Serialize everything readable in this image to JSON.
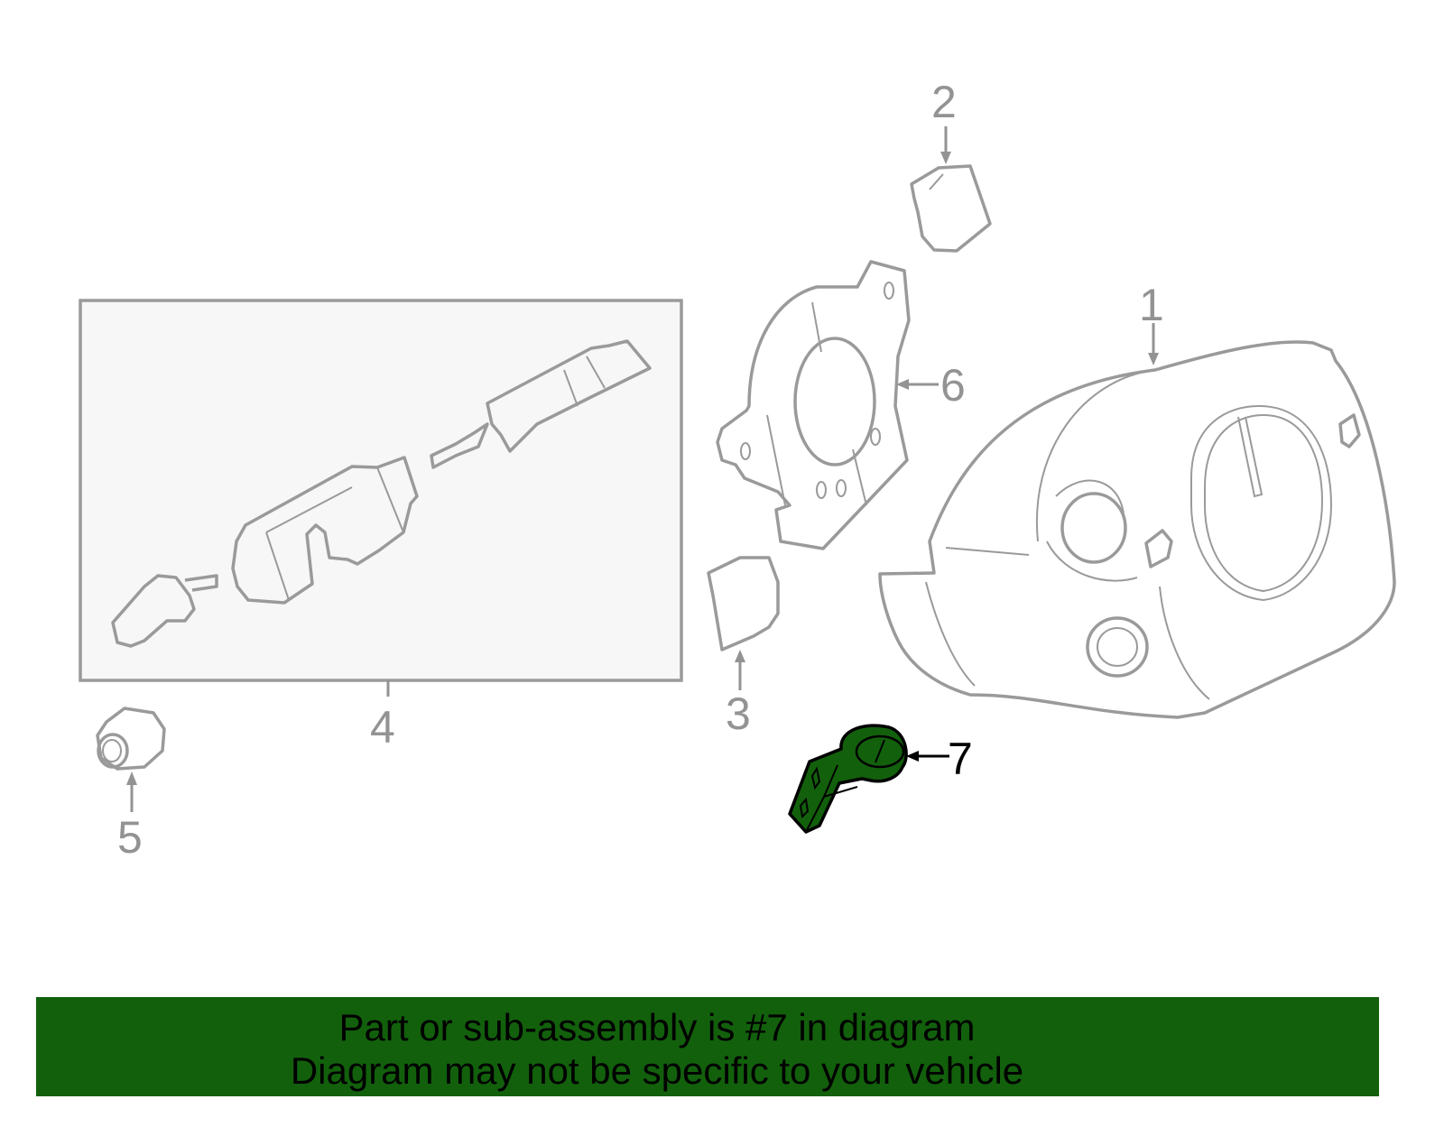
{
  "diagram": {
    "labels": [
      "1",
      "2",
      "3",
      "4",
      "5",
      "6",
      "7"
    ],
    "highlighted_part": "7",
    "highlight_color": "#12600c",
    "part_line_color": "#9a9a9a",
    "kit_box_fill": "#f7f7f7"
  },
  "banner": {
    "line1": "Part or sub-assembly is #7 in diagram",
    "line2": "Diagram may not be specific to your vehicle",
    "background": "#12600c"
  }
}
